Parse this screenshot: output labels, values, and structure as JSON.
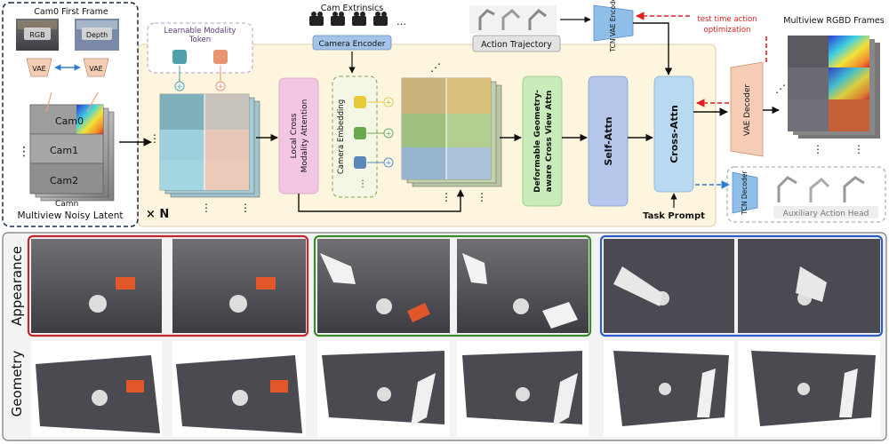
{
  "top": {
    "cam0_first_frame": "Cam0 First Frame",
    "rgb": "RGB",
    "depth": "Depth",
    "vae_left": "VAE",
    "vae_right": "VAE",
    "cam0": "Cam0",
    "cam1": "Cam1",
    "cam2": "Cam2",
    "camn": "Camn",
    "multiview_noisy_latent": "Multiview Noisy Latent",
    "learnable_token_line1": "Learnable Modality",
    "learnable_token_line2": "Token",
    "cam_extrinsics": "Cam Extrinsics",
    "camera_encoder": "Camera Encoder",
    "camera_embedding": "Camera Embedding",
    "local_attn_line1": "Local Cross",
    "local_attn_line2": "Modality Attention",
    "deform_attn_line1": "Deformable Geometry-",
    "deform_attn_line2": "aware Cross View Attn",
    "self_attn": "Self-Attn",
    "cross_attn": "Cross-Attn",
    "times_n": "× N",
    "action_trajectory": "Action Trajectory",
    "tcn_vae_encoder": "TCN VAE Encoder",
    "test_time_line1": "test time action",
    "test_time_line2": "optimization",
    "multiview_rgbd_frames": "Multiview RGBD Frames",
    "vae_decoder": "VAE Decoder",
    "tcn_decoder": "TCN Decoder",
    "auxiliary_action_head": "Auxiliary Action Head",
    "task_prompt": "Task Prompt"
  },
  "bottom": {
    "appearance": "Appearance",
    "geometry": "Geometry"
  },
  "colors": {
    "red_frame": "#c0282d",
    "green_frame": "#3a8a2a",
    "blue_frame": "#2a5fc8",
    "panel_bg": "#fdf5dd",
    "self_attn": "#b7c7ec",
    "cross_attn": "#b9d9f1",
    "deform_attn": "#c9ecbb",
    "local_attn": "#f3c6e4",
    "vae": "#f6cdb6",
    "tcn": "#8fbfe8"
  }
}
